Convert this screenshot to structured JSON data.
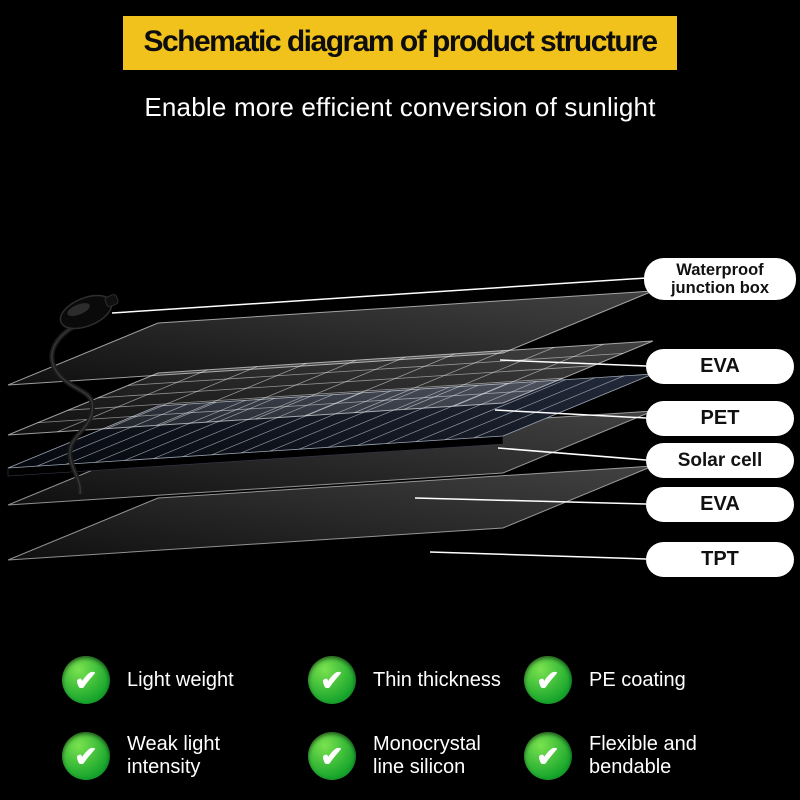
{
  "header": {
    "banner": "Schematic diagram of product structure",
    "subtitle": "Enable more efficient conversion of sunlight"
  },
  "diagram": {
    "labels": [
      {
        "id": "junction-box",
        "text": "Waterproof junction box"
      },
      {
        "id": "eva-top",
        "text": "EVA"
      },
      {
        "id": "pet",
        "text": "PET"
      },
      {
        "id": "solar-cell",
        "text": "Solar cell"
      },
      {
        "id": "eva-bottom",
        "text": "EVA"
      },
      {
        "id": "tpt",
        "text": "TPT"
      }
    ],
    "layers": [
      "EVA",
      "PET",
      "Solar cell",
      "EVA",
      "TPT"
    ]
  },
  "features": [
    {
      "text": "Light weight"
    },
    {
      "text": "Thin thickness"
    },
    {
      "text": "PE coating"
    },
    {
      "text": "Weak light intensity"
    },
    {
      "text": "Monocrystal line silicon"
    },
    {
      "text": "Flexible and bendable"
    }
  ],
  "icons": {
    "check": "check-icon"
  },
  "colors": {
    "background": "#000000",
    "banner": "#f2c21c",
    "pill_bg": "#ffffff",
    "check_green": "#17a52c",
    "text": "#ffffff"
  }
}
